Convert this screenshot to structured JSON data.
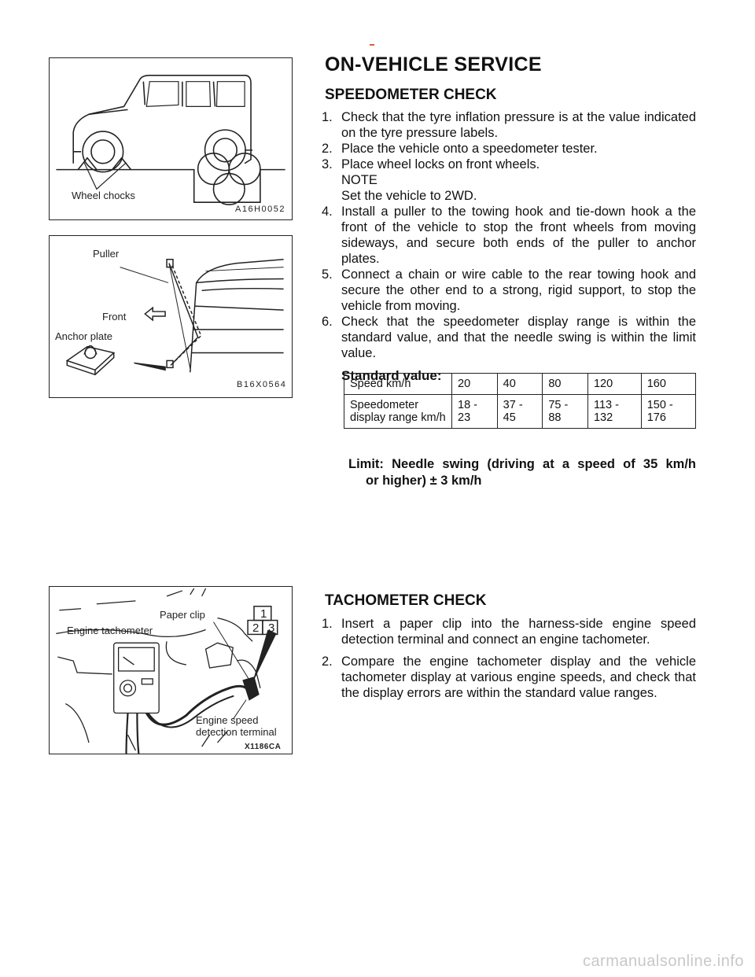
{
  "figures": {
    "fig1": {
      "labels": {
        "wheel_chocks": "Wheel chocks"
      },
      "code": "A16H0052"
    },
    "fig2": {
      "labels": {
        "puller": "Puller",
        "front": "Front",
        "anchor_plate": "Anchor plate"
      },
      "code": "B16X0564"
    },
    "fig3": {
      "labels": {
        "paper_clip": "Paper clip",
        "engine_tachometer": "Engine tachometer",
        "engine_speed_1": "Engine speed",
        "engine_speed_2": "detection terminal",
        "term_1": "1",
        "term_2": "2",
        "term_3": "3"
      },
      "code": "X1186CA"
    }
  },
  "section": {
    "title": "ON-VEHICLE SERVICE",
    "speedometer": {
      "heading": "SPEEDOMETER CHECK",
      "steps": [
        {
          "num": "1.",
          "text": "Check that the tyre inflation pressure is at the value indicated on the tyre pressure labels."
        },
        {
          "num": "2.",
          "text": "Place the vehicle onto a speedometer tester."
        },
        {
          "num": "3.",
          "text": "Place wheel locks on front wheels."
        },
        {
          "num": "4.",
          "text": "Install a puller to the towing hook and tie-down hook a the front of the vehicle to stop the front wheels from moving sideways, and secure both ends of the puller to anchor plates."
        },
        {
          "num": "5.",
          "text": "Connect a chain or wire cable to the rear towing hook and secure the other end to a strong, rigid support, to stop the vehicle from moving."
        },
        {
          "num": "6.",
          "text": "Check that the speedometer display range is within the standard value, and that the needle swing is within the limit value."
        }
      ],
      "note_label": "NOTE",
      "note_text": "Set the vehicle to 2WD.",
      "standard_label": "Standard value:",
      "table": {
        "speed_label": "Speed km/h",
        "speeds": [
          "20",
          "40",
          "80",
          "120",
          "160"
        ],
        "range_label": "Speedometer display range km/h",
        "ranges": [
          [
            "18 -",
            "23"
          ],
          [
            "37 -",
            "45"
          ],
          [
            "75 -",
            "88"
          ],
          [
            "113 -",
            "132"
          ],
          [
            "150 -",
            "176"
          ]
        ]
      },
      "limit_line1": "Limit: Needle swing (driving at a speed of 35 km/h",
      "limit_line2": "or higher) ± 3 km/h"
    },
    "tachometer": {
      "heading": "TACHOMETER CHECK",
      "steps": [
        {
          "num": "1.",
          "text": "Insert a paper clip into the harness-side engine speed detection terminal and connect an engine tachometer."
        },
        {
          "num": "2.",
          "text": "Compare the engine tachometer display and the vehicle tachometer display at various engine speeds, and check that the display errors are within the standard value ranges."
        }
      ]
    }
  },
  "watermark": "carmanualsonline.info"
}
